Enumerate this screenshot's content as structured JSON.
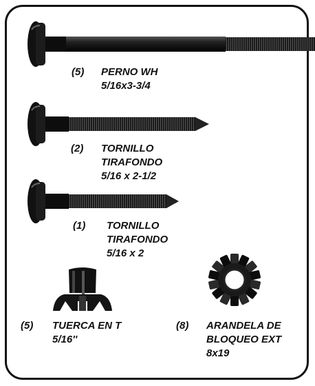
{
  "parts": [
    {
      "qty": "(5)",
      "lines": [
        "PERNO WH",
        "5/16x3-3/4"
      ],
      "icon": "carriage-bolt-icon"
    },
    {
      "qty": "(2)",
      "lines": [
        "TORNILLO",
        "TIRAFONDO",
        "5/16 x 2-1/2"
      ],
      "icon": "lag-screw-icon"
    },
    {
      "qty": "(1)",
      "lines": [
        "TORNILLO",
        "TIRAFONDO",
        "5/16 x 2"
      ],
      "icon": "lag-screw-icon"
    },
    {
      "qty": "(5)",
      "lines": [
        "TUERCA EN T",
        "5/16''"
      ],
      "icon": "tee-nut-icon"
    },
    {
      "qty": "(8)",
      "lines": [
        "ARANDELA DE",
        "BLOQUEO EXT",
        "8x19"
      ],
      "icon": "lock-washer-icon"
    }
  ]
}
